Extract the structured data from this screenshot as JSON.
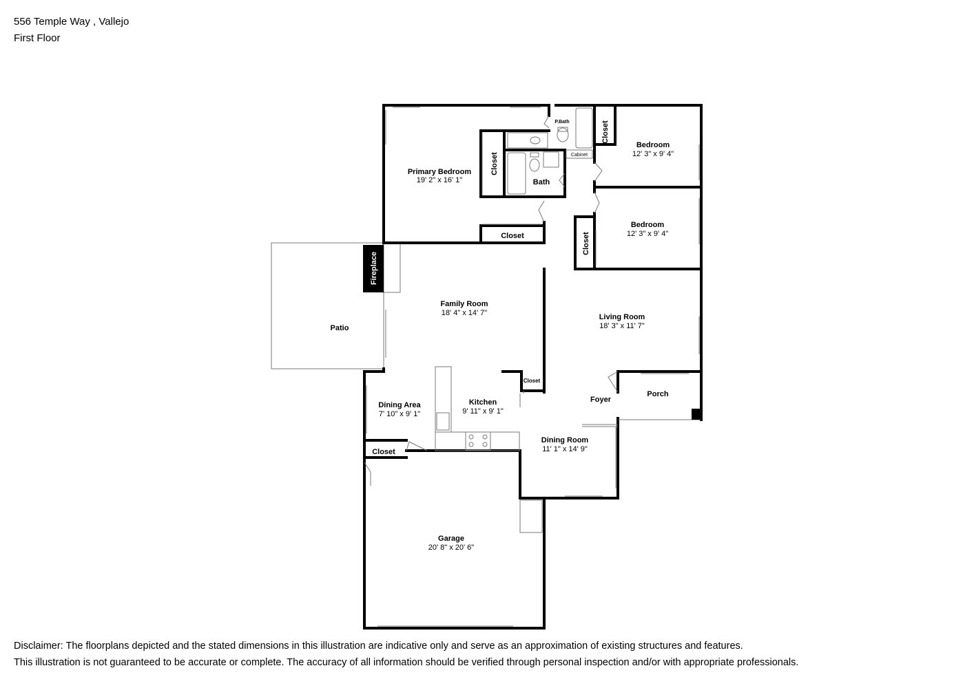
{
  "header": {
    "address": "556 Temple Way , Vallejo",
    "floor": "First Floor"
  },
  "rooms": {
    "primary_bedroom": {
      "name": "Primary Bedroom",
      "dims": "19' 2\" x 16' 1\""
    },
    "bedroom_1": {
      "name": "Bedroom",
      "dims": "12' 3\" x 9' 4\""
    },
    "bedroom_2": {
      "name": "Bedroom",
      "dims": "12' 3\" x 9' 4\""
    },
    "family_room": {
      "name": "Family Room",
      "dims": "18' 4\" x 14' 7\""
    },
    "living_room": {
      "name": "Living Room",
      "dims": "18' 3\" x 11' 7\""
    },
    "kitchen": {
      "name": "Kitchen",
      "dims": "9' 11\" x 9' 1\""
    },
    "dining_area": {
      "name": "Dining Area",
      "dims": "7' 10\" x 9' 1\""
    },
    "dining_room": {
      "name": "Dining Room",
      "dims": "11' 1\" x 14' 9\""
    },
    "garage": {
      "name": "Garage",
      "dims": "20' 8\" x 20' 6\""
    },
    "patio": {
      "name": "Patio"
    },
    "porch": {
      "name": "Porch"
    },
    "foyer": {
      "name": "Foyer"
    },
    "bath": {
      "name": "Bath"
    },
    "p_bath": {
      "name": "P.Bath"
    },
    "cabinet": {
      "name": "Cabinet"
    },
    "fireplace": {
      "name": "Fireplace"
    },
    "closet_label": "Closet"
  },
  "disclaimer": {
    "line1": "Disclaimer: The floorplans depicted and the stated dimensions in this illustration are indicative only and serve as an approximation of existing structures and features.",
    "line2": "This illustration is not guaranteed to be accurate or complete. The accuracy of all information should be verified through personal inspection and/or with appropriate professionals."
  }
}
